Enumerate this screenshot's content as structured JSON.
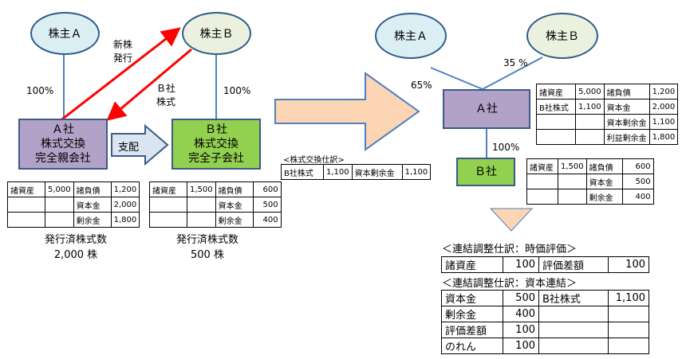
{
  "left": {
    "shareholder_a": "株主Ａ",
    "shareholder_b": "株主Ｂ",
    "pct_a": "100%",
    "pct_b": "100%",
    "new_shares": [
      "新株",
      "発行"
    ],
    "b_shares": [
      "Ｂ社",
      "株式"
    ],
    "company_a": [
      "Ａ社",
      "株式交換",
      "完全親会社"
    ],
    "company_b": [
      "Ｂ社",
      "株式交換",
      "完全子会社"
    ],
    "control": "支配",
    "bs_a": [
      [
        "諸資産",
        "5,000",
        "諸負債",
        "1,200"
      ],
      [
        "",
        "",
        "資本金",
        "2,000"
      ],
      [
        "",
        "",
        "剰余金",
        "1,800"
      ]
    ],
    "bs_b": [
      [
        "諸資産",
        "1,500",
        "諸負債",
        "600"
      ],
      [
        "",
        "",
        "資本金",
        "500"
      ],
      [
        "",
        "",
        "剰余金",
        "400"
      ]
    ],
    "issued_a": [
      "発行済株式数",
      "2,000 株"
    ],
    "issued_b": [
      "発行済株式数",
      "500 株"
    ]
  },
  "journal": {
    "title": "<株式交換仕訳>",
    "row": [
      "B社株式",
      "1,100",
      "資本剰余金",
      "1,100"
    ]
  },
  "right": {
    "shareholder_a": "株主Ａ",
    "shareholder_b": "株主Ｂ",
    "pct_a": "65%",
    "pct_b": "35 %",
    "company_a": "Ａ社",
    "company_b": "Ｂ社",
    "pct_ab": "100%",
    "bs_a": [
      [
        "諸資産",
        "5,000",
        "諸負債",
        "1,200"
      ],
      [
        "B社株式",
        "1,100",
        "資本金",
        "2,000"
      ],
      [
        "",
        "",
        "資本剰余金",
        "1,100"
      ],
      [
        "",
        "",
        "利益剰余金",
        "1,800"
      ]
    ],
    "bs_b": [
      [
        "諸資産",
        "1,500",
        "諸負債",
        "600"
      ],
      [
        "",
        "",
        "資本金",
        "500"
      ],
      [
        "",
        "",
        "剰余金",
        "400"
      ]
    ]
  },
  "consolidation": {
    "title1": "＜連結調整仕訳：時価評価＞",
    "row1": [
      "諸資産",
      "100",
      "評価差額",
      "100"
    ],
    "title2": "＜連結調整仕訳：資本連結＞",
    "rows2": [
      [
        "資本金",
        "500",
        "B社株式",
        "1,100"
      ],
      [
        "剰余金",
        "400",
        "",
        ""
      ],
      [
        "評価差額",
        "100",
        "",
        ""
      ],
      [
        "のれん",
        "100",
        "",
        ""
      ]
    ]
  },
  "colors": {
    "ellipse_blue": "#dbeef4",
    "ellipse_beige": "#ebf1de",
    "purple": "#b3a2c7",
    "green": "#92d050",
    "arrow_peach": "#fcd5b4",
    "red": "#ff0000",
    "line": "#4f81bd"
  }
}
